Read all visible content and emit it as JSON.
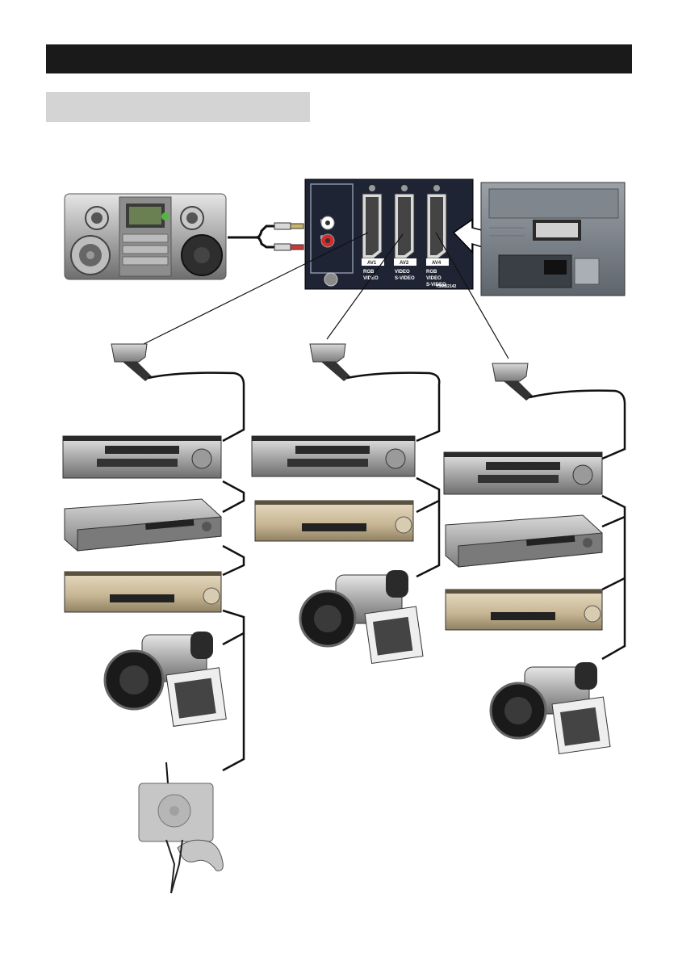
{
  "header": {
    "title": "",
    "section": ""
  },
  "panel": {
    "av_labels": [
      "AV1",
      "AV2",
      "AV4"
    ],
    "av1_signals": [
      "RGB",
      "VIDEO"
    ],
    "av2_signals": [
      "VIDEO",
      "S-VIDEO"
    ],
    "av4_signals": [
      "RGB",
      "VIDEO",
      "S-VIDEO"
    ],
    "audio_labels": [
      "L",
      "R"
    ],
    "model_code": "TSMB2142"
  },
  "colors": {
    "header_bar": "#1a1a1a",
    "section_bar": "#d4d4d4",
    "panel": "#1e2433",
    "cable": "#111111"
  }
}
